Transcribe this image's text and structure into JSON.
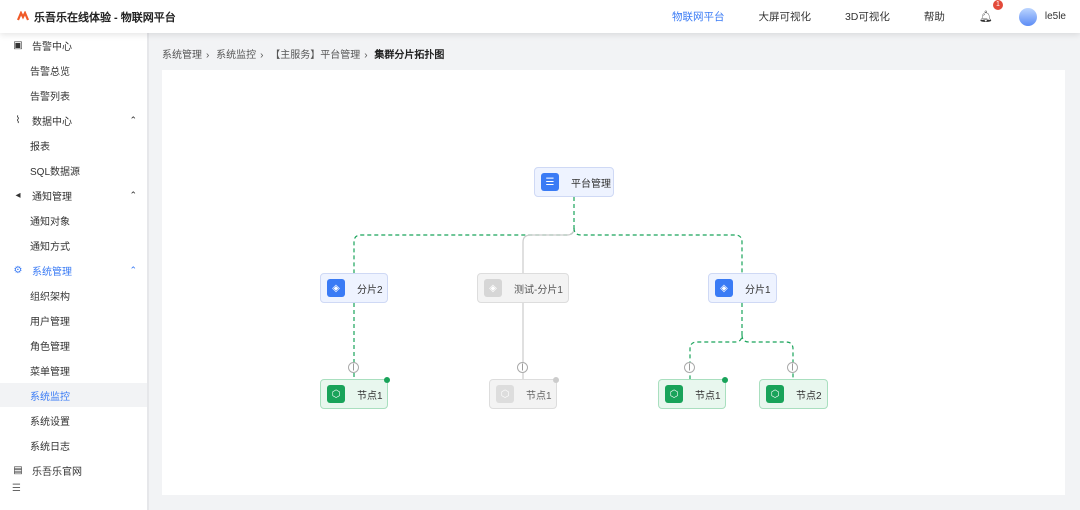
{
  "header": {
    "title": "乐吾乐在线体验 - 物联网平台",
    "nav": [
      "物联网平台",
      "大屏可视化",
      "3D可视化",
      "帮助"
    ],
    "active_nav": "物联网平台",
    "notification_count": "1",
    "username": "le5le"
  },
  "sidebar": {
    "top_cut": "告警中心",
    "items": [
      {
        "type": "sub",
        "label": "告警总览"
      },
      {
        "type": "sub",
        "label": "告警列表"
      },
      {
        "type": "group",
        "label": "数据中心",
        "icon": "chart-line-icon"
      },
      {
        "type": "sub",
        "label": "报表"
      },
      {
        "type": "sub",
        "label": "SQL数据源"
      },
      {
        "type": "group",
        "label": "通知管理",
        "icon": "speaker-icon"
      },
      {
        "type": "sub",
        "label": "通知对象"
      },
      {
        "type": "sub",
        "label": "通知方式"
      },
      {
        "type": "group",
        "label": "系统管理",
        "icon": "gear-icon",
        "active": true
      },
      {
        "type": "sub",
        "label": "组织架构"
      },
      {
        "type": "sub",
        "label": "用户管理"
      },
      {
        "type": "sub",
        "label": "角色管理"
      },
      {
        "type": "sub",
        "label": "菜单管理"
      },
      {
        "type": "sub",
        "label": "系统监控",
        "selected": true
      },
      {
        "type": "sub",
        "label": "系统设置"
      },
      {
        "type": "sub",
        "label": "系统日志"
      },
      {
        "type": "group",
        "label": "乐吾乐官网",
        "icon": "document-icon"
      }
    ]
  },
  "breadcrumb": [
    "系统管理",
    "系统监控",
    "【主服务】平台管理",
    "集群分片拓扑图"
  ],
  "topology": {
    "root": "平台管理",
    "shards": [
      {
        "label": "分片2",
        "state": "active"
      },
      {
        "label": "测试-分片1",
        "state": "disabled"
      },
      {
        "label": "分片1",
        "state": "active"
      }
    ],
    "nodes": [
      {
        "label": "节点1",
        "state": "online"
      },
      {
        "label": "节点1",
        "state": "offline"
      },
      {
        "label": "节点1",
        "state": "online"
      },
      {
        "label": "节点2",
        "state": "online"
      }
    ],
    "colors": {
      "accent": "#3a7bf5",
      "online": "#19a35a",
      "link_active": "#19a35a",
      "link_inactive": "#cccccc"
    }
  }
}
